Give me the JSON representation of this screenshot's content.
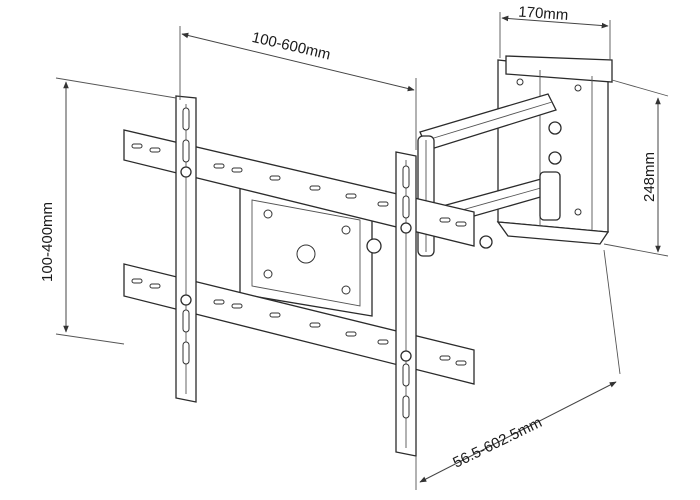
{
  "dimensions": {
    "vesa_width": "100-600mm",
    "vesa_height": "100-400mm",
    "wall_plate_width": "170mm",
    "wall_plate_height": "248mm",
    "extension": "56.5-602.5mm"
  },
  "colors": {
    "line": "#333333",
    "background": "#ffffff",
    "text": "#1a1a1a"
  }
}
